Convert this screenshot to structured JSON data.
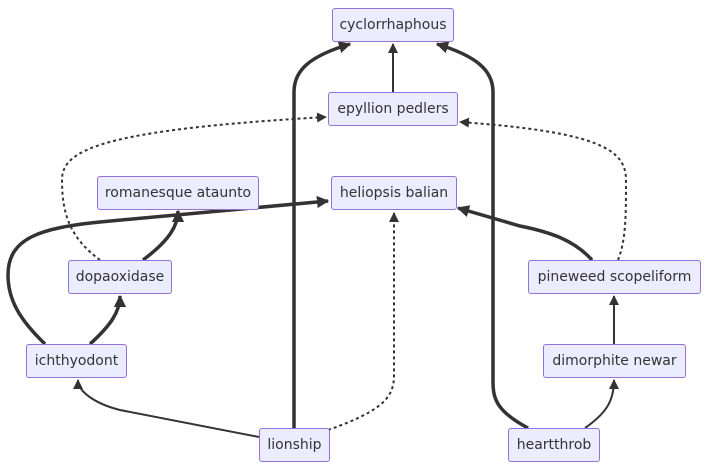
{
  "diagram": {
    "type": "flowchart",
    "colors": {
      "node_fill": "#ECECFF",
      "node_border": "#9370DB",
      "edge": "#333333",
      "text": "#333333"
    },
    "nodes": [
      {
        "id": "cyclorrhaphous",
        "label": "cyclorrhaphous"
      },
      {
        "id": "epyllion",
        "label": "epyllion pedlers"
      },
      {
        "id": "romanesque",
        "label": "romanesque ataunto"
      },
      {
        "id": "heliopsis",
        "label": "heliopsis balian"
      },
      {
        "id": "dopaoxidase",
        "label": "dopaoxidase"
      },
      {
        "id": "pineweed",
        "label": "pineweed scopeliform"
      },
      {
        "id": "ichthyodont",
        "label": "ichthyodont"
      },
      {
        "id": "dimorphite",
        "label": "dimorphite newar"
      },
      {
        "id": "lionship",
        "label": "lionship"
      },
      {
        "id": "heartthrob",
        "label": "heartthrob"
      }
    ],
    "edges": [
      {
        "from": "epyllion",
        "to": "cyclorrhaphous",
        "style": "solid"
      },
      {
        "from": "lionship",
        "to": "cyclorrhaphous",
        "style": "thick"
      },
      {
        "from": "heartthrob",
        "to": "cyclorrhaphous",
        "style": "thick"
      },
      {
        "from": "dopaoxidase",
        "to": "epyllion",
        "style": "dotted"
      },
      {
        "from": "pineweed",
        "to": "epyllion",
        "style": "dotted"
      },
      {
        "from": "dopaoxidase",
        "to": "romanesque",
        "style": "thick"
      },
      {
        "from": "ichthyodont",
        "to": "heliopsis",
        "style": "thick"
      },
      {
        "from": "lionship",
        "to": "heliopsis",
        "style": "dotted"
      },
      {
        "from": "pineweed",
        "to": "heliopsis",
        "style": "thick"
      },
      {
        "from": "ichthyodont",
        "to": "dopaoxidase",
        "style": "thick"
      },
      {
        "from": "dimorphite",
        "to": "pineweed",
        "style": "solid"
      },
      {
        "from": "lionship",
        "to": "ichthyodont",
        "style": "solid"
      },
      {
        "from": "heartthrob",
        "to": "dimorphite",
        "style": "solid"
      }
    ]
  }
}
